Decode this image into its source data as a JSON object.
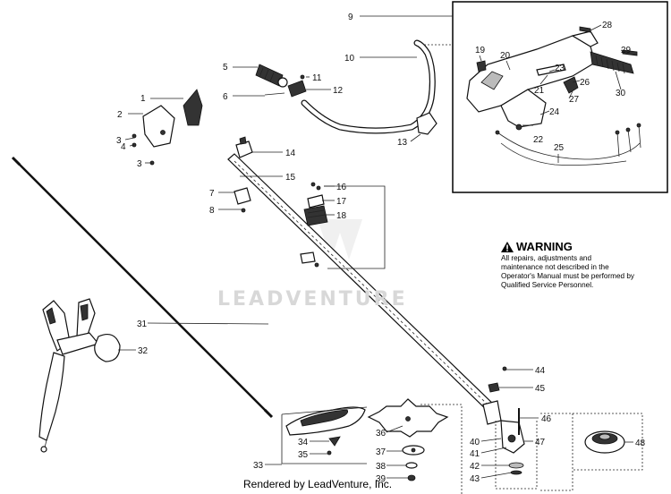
{
  "warning": {
    "title": "WARNING",
    "text": "All repairs, adjustments and maintenance not described in the Operator's Manual must be performed by Qualified Service Personnel."
  },
  "watermark": "LEADVENTURE",
  "credit": "Rendered by LeadVenture, Inc.",
  "callouts": [
    "1",
    "2",
    "3",
    "3",
    "3",
    "4",
    "5",
    "6",
    "7",
    "8",
    "9",
    "10",
    "11",
    "12",
    "13",
    "14",
    "15",
    "16",
    "17",
    "18",
    "19",
    "20",
    "21",
    "22",
    "23",
    "24",
    "25",
    "26",
    "27",
    "28",
    "29",
    "30",
    "31",
    "32",
    "33",
    "34",
    "35",
    "36",
    "37",
    "38",
    "39",
    "40",
    "41",
    "42",
    "43",
    "44",
    "45",
    "46",
    "47",
    "48"
  ],
  "icons": {
    "warning": "warning-triangle-icon",
    "logo": "leadventure-logo"
  }
}
